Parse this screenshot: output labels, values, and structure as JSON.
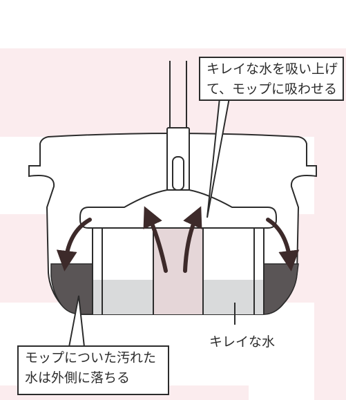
{
  "callouts": {
    "top": "キレイな水を吸い上げ\nて、モップに吸わせる",
    "bottom": "モップについた汚れた\n水は外側に落ちる"
  },
  "labels": {
    "clean_water": "キレイな水"
  },
  "colors": {
    "background_tint": "#fbecee",
    "dirty_water": "#5a5556",
    "clean_water": "#d9dadb",
    "column_tint": "#e5d6d8",
    "outline": "#2b2b2b",
    "arrow": "#3d2a2a"
  }
}
